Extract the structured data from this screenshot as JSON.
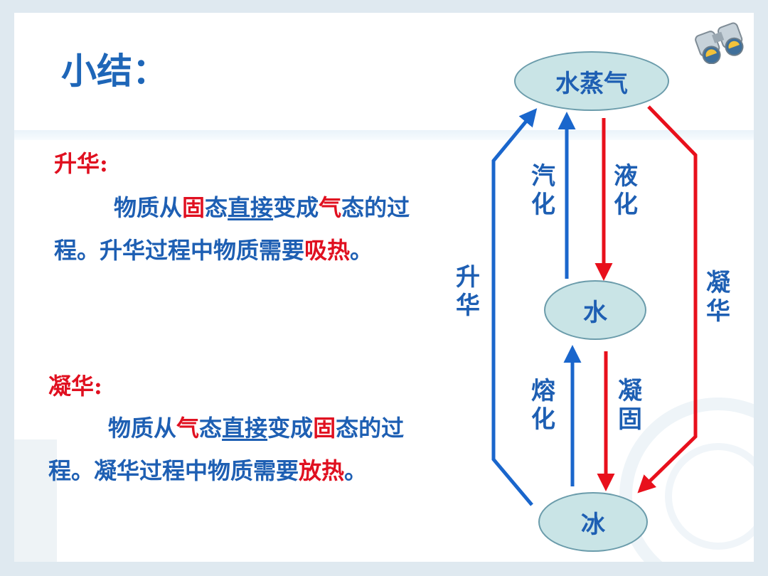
{
  "title": "小结：",
  "sublimation": {
    "term": "升华:",
    "text_1": "物质从",
    "highlight_1": "固",
    "text_2": "态",
    "underlined": "直接",
    "text_3": "变成",
    "highlight_2": "气",
    "text_4": "态的过程。升华过程中物质需要",
    "highlight_3": "吸热",
    "text_5": "。"
  },
  "deposition": {
    "term": "凝华:",
    "text_1": "物质从",
    "highlight_1": "气",
    "text_2": "态",
    "underlined": "直接",
    "text_3": "变成",
    "highlight_2": "固",
    "text_4": "态的过程。凝华过程中物质需要",
    "highlight_3": "放热",
    "text_5": "。"
  },
  "diagram": {
    "nodes": {
      "vapor": "水蒸气",
      "water": "水",
      "ice": "冰"
    },
    "labels": {
      "vaporize": [
        "汽",
        "化"
      ],
      "liquefy": [
        "液",
        "化"
      ],
      "melt": [
        "熔",
        "化"
      ],
      "solidify": [
        "凝",
        "固"
      ],
      "sublimate": [
        "升",
        "华"
      ],
      "deposit": [
        "凝",
        "华"
      ]
    },
    "colors": {
      "heat_absorbing": "#1a66cc",
      "heat_releasing": "#e8101c"
    }
  }
}
